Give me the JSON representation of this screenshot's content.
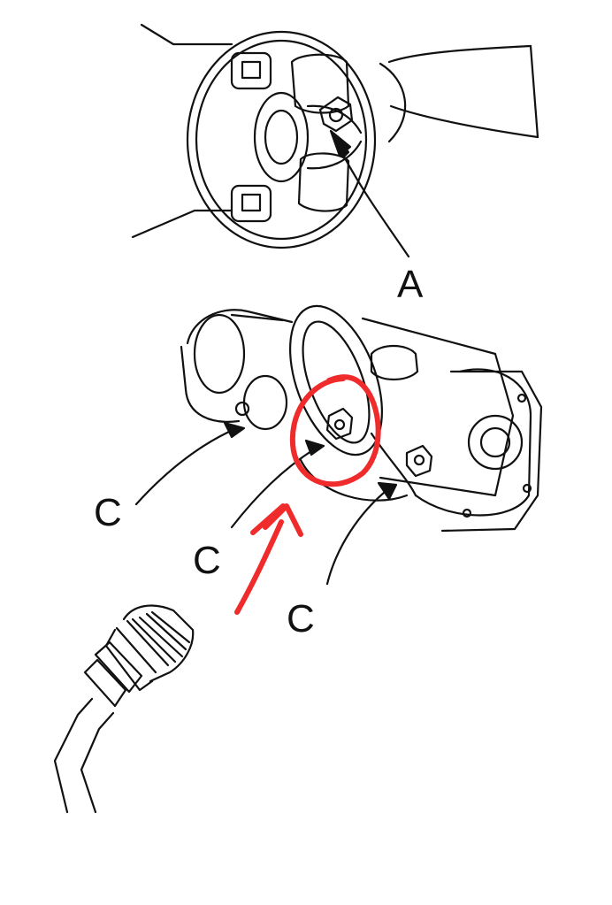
{
  "labels": {
    "a": "A",
    "c1": "C",
    "c2": "C",
    "c3": "C"
  },
  "colors": {
    "line_art": "#111111",
    "annotation": "#ef2b2b",
    "background": "#ffffff"
  }
}
